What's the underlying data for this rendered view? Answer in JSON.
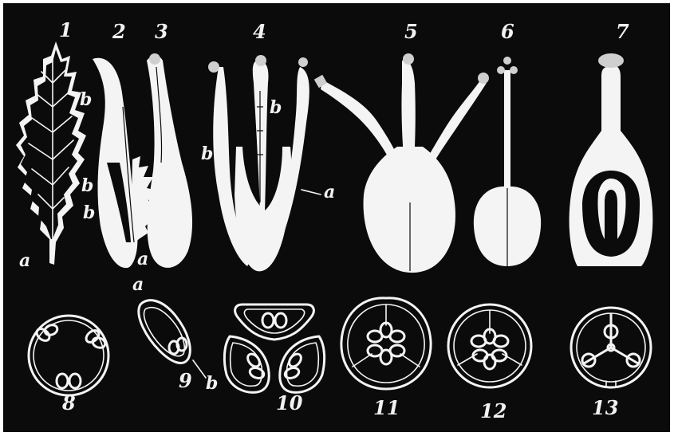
{
  "figure": {
    "figure_numbers": [
      "1",
      "2",
      "3",
      "4",
      "5",
      "6",
      "7",
      "8",
      "9",
      "10",
      "11",
      "12",
      "13"
    ],
    "part_letters": {
      "fig1_a": "a",
      "fig1_b_top": "b",
      "fig1_b_low": "b",
      "fig2_b": "b",
      "fig2_a": "a",
      "fig3_b": "b",
      "fig4_b": "b",
      "fig4_a": "a",
      "fig9_a": "a",
      "fig9_b": "b"
    }
  }
}
